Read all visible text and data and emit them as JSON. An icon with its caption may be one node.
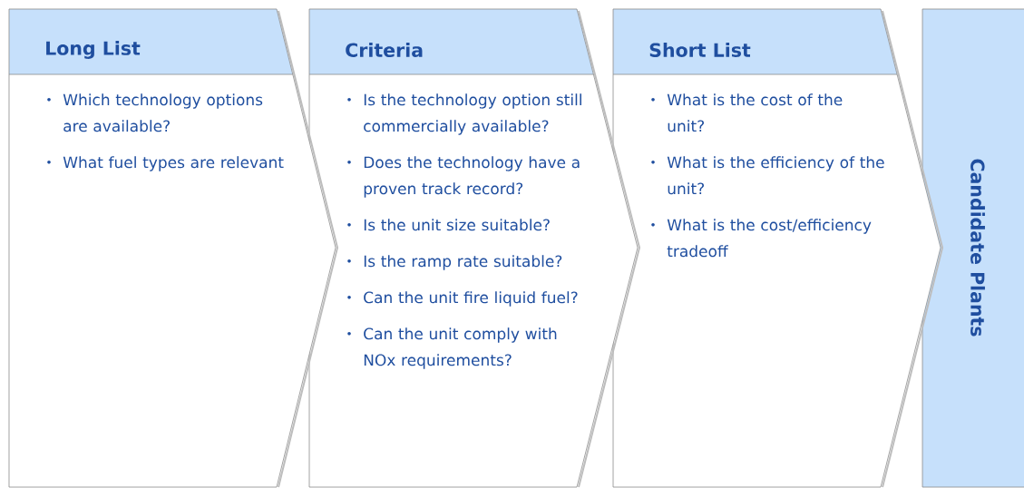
{
  "diagram": {
    "nodes": [
      {
        "text": [
          "Long List",
          "Which technology options are available?",
          "What fuel types are relevant"
        ]
      },
      {
        "text": [
          "Criteria",
          "Is the technology option still commercially available?",
          "Does the technology have a proven track record?",
          "Is the unit size suitable?",
          "Is the ramp rate suitable?",
          "Can the unit fire liquid fuel?",
          "Can the unit comply with NOx requirements?"
        ]
      },
      {
        "text": [
          "Short List",
          "What is the cost of the unit?",
          "What is the efficiency of the unit?",
          "What is the cost/efficiency tradeoff"
        ]
      },
      {
        "text": [
          "Candidate Plants"
        ]
      }
    ]
  }
}
